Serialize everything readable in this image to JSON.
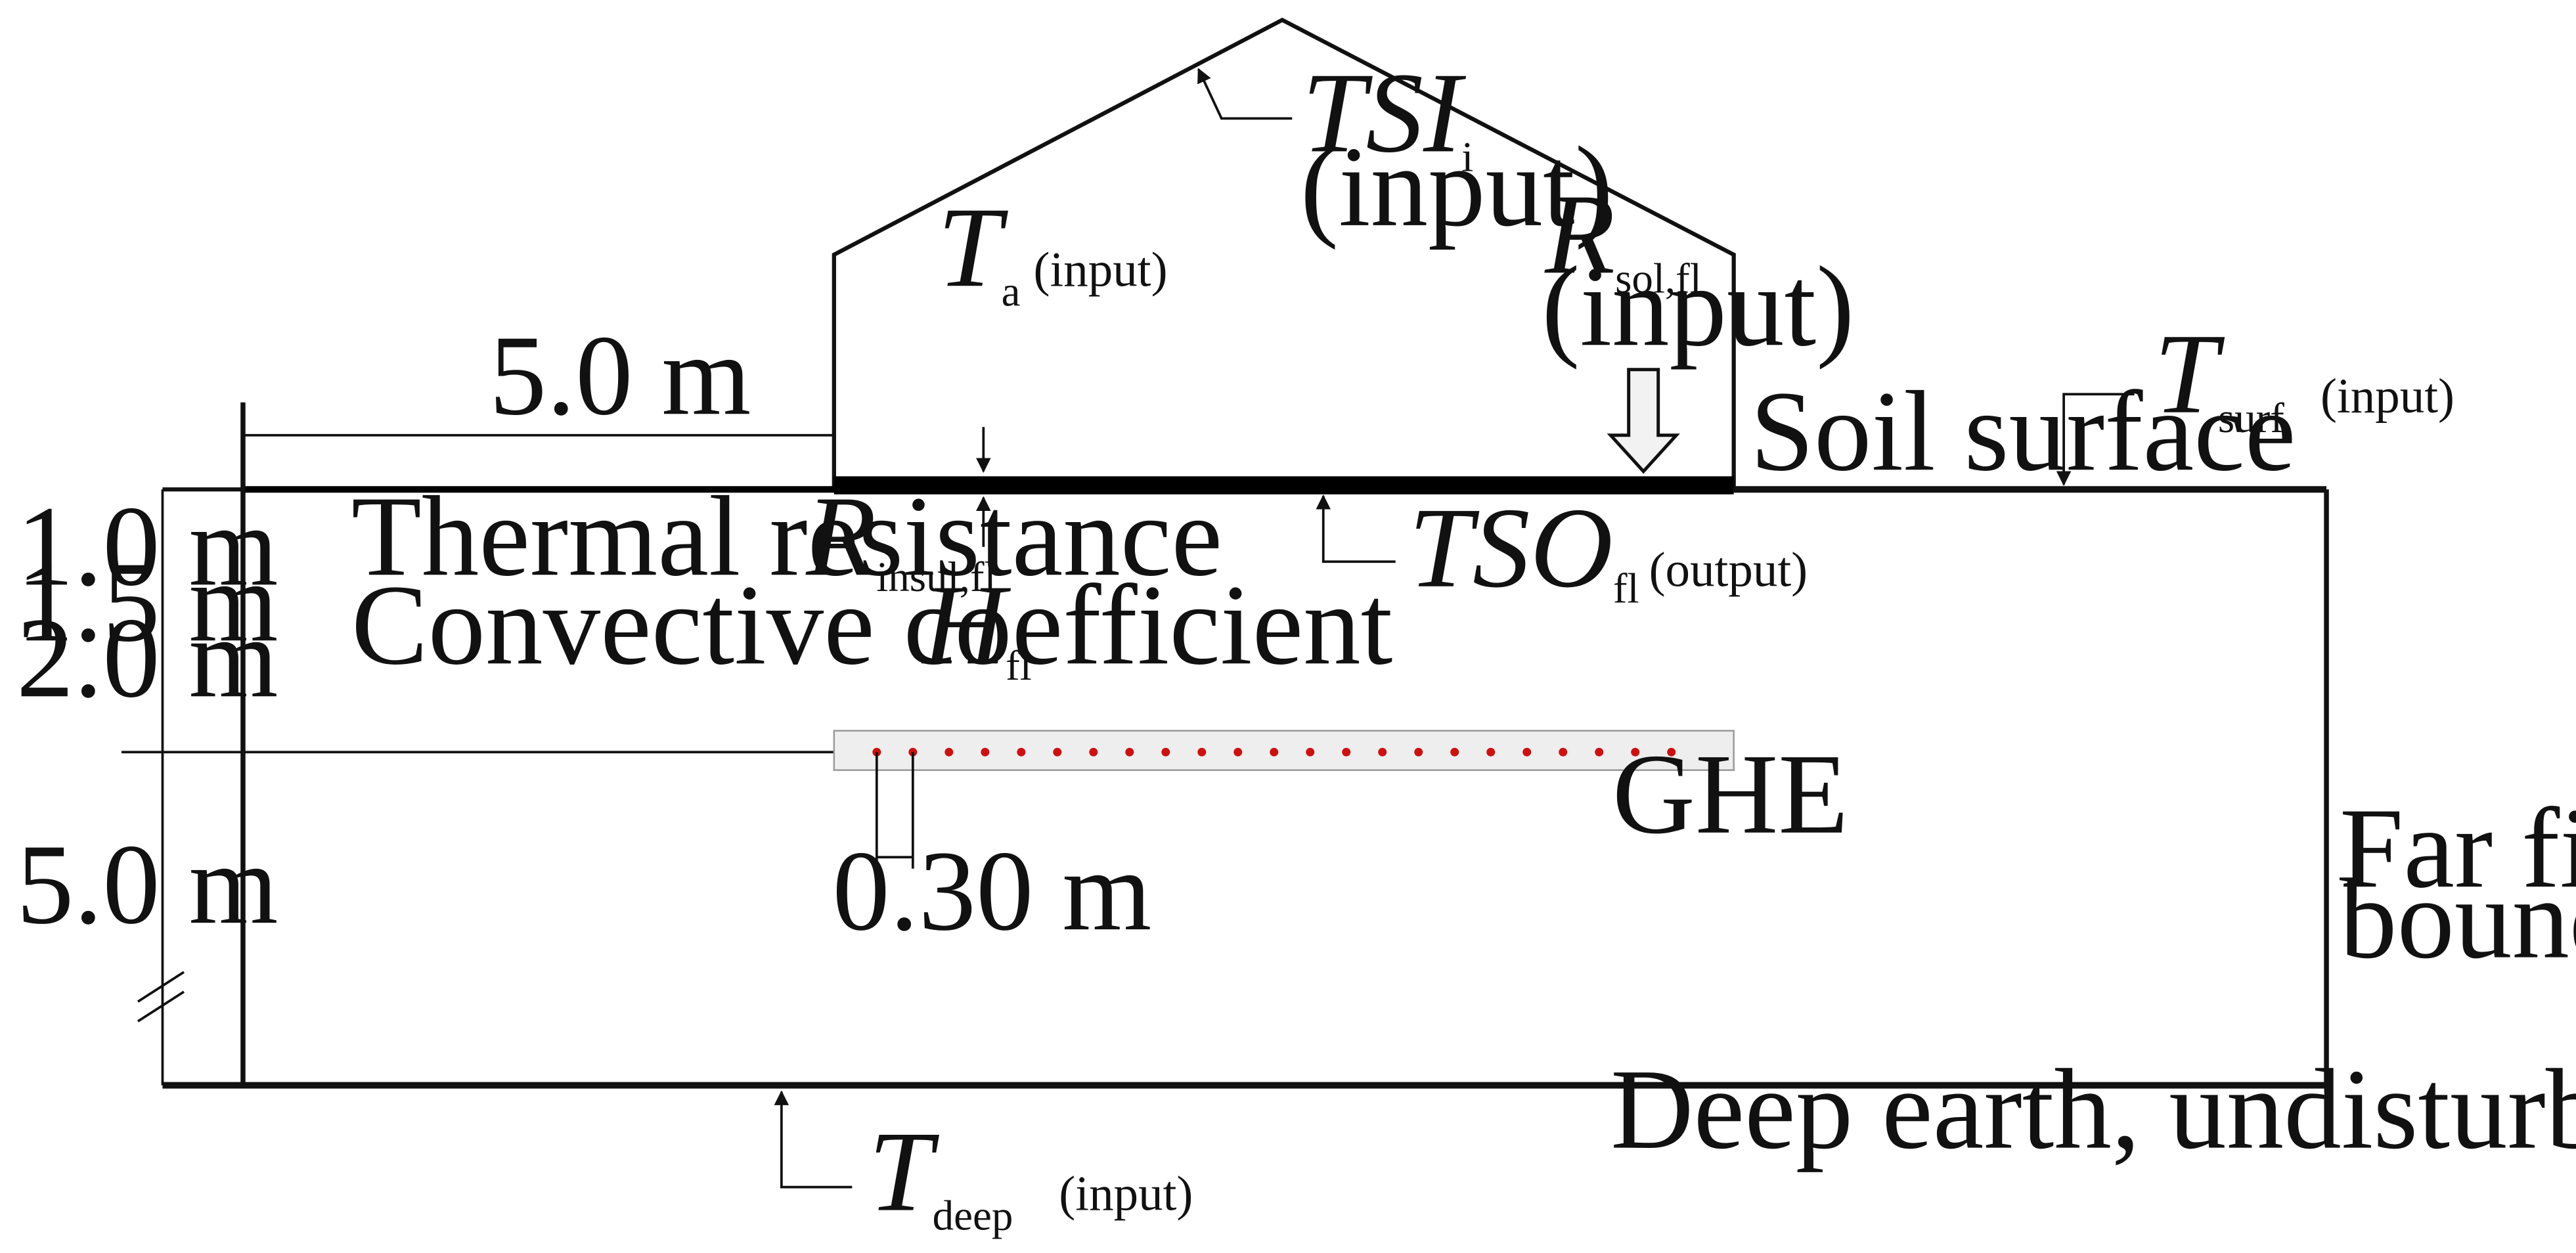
{
  "colors": {
    "line": "#111111",
    "floor": "#000000",
    "ghe_fill": "#eeeeee",
    "ghe_stroke": "#999999",
    "pipe": "#cc1111",
    "solar_arrow": "#f2f2f2"
  },
  "labels": {
    "tsi": {
      "symbol": "TSI",
      "sub": "i",
      "note": "(input)"
    },
    "ta": {
      "symbol": "T",
      "sub": "a",
      "note": "(input)"
    },
    "rsol": {
      "symbol": "R",
      "sub": "sol,fl",
      "note": "(input)"
    },
    "tsurf": {
      "symbol": "T",
      "sub": "surf",
      "note": "(input)"
    },
    "soil_surface": "Soil surface",
    "dim_5m_top": "5.0 m",
    "thermal_resistance": "Thermal resistance",
    "rinsul": {
      "symbol": "R",
      "sub": "insul,fl"
    },
    "convective": "Convective coefficient",
    "hfl": {
      "symbol": "H",
      "sub": "fl"
    },
    "tso": {
      "symbol": "TSO",
      "sub": "fl",
      "note": "(output)"
    },
    "depth_1": "1.0 m",
    "depth_2": "1.5 m",
    "depth_3": "2.0 m",
    "depth_deep": "5.0 m",
    "ghe": "GHE",
    "pipe_spacing": "0.30 m",
    "far_field_1": "Far field",
    "far_field_2": "boundary",
    "deep_earth": "Deep earth, undisturbed",
    "tdeep": {
      "symbol": "T",
      "sub": "deep",
      "note": "(input)"
    }
  }
}
